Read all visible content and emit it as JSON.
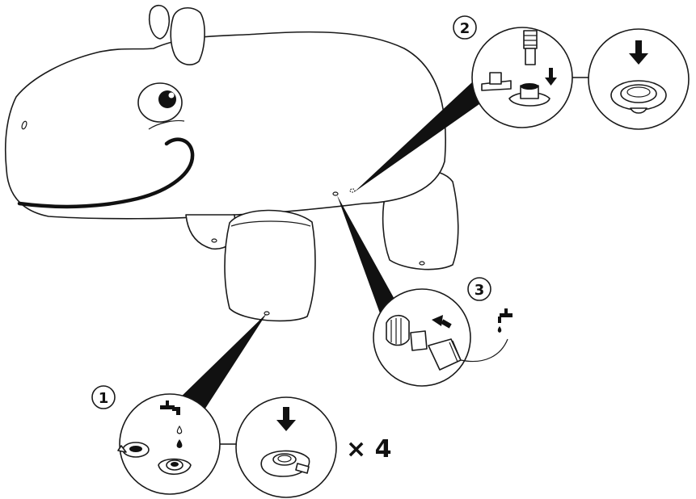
{
  "steps": [
    {
      "number": "1",
      "name": "fill-water-seal-valve"
    },
    {
      "number": "2",
      "name": "insert-tube-press-valve"
    },
    {
      "number": "3",
      "name": "connect-hose-to-tap"
    }
  ],
  "multiplier_label": "× 4",
  "colors": {
    "line": "#1a1a1a",
    "fill": "#ffffff",
    "water": "#111111"
  },
  "icons": [
    "tap-icon",
    "water-drops-icon",
    "down-arrow-icon",
    "left-arrow-icon",
    "valve-icon",
    "hose-connector-icon"
  ]
}
